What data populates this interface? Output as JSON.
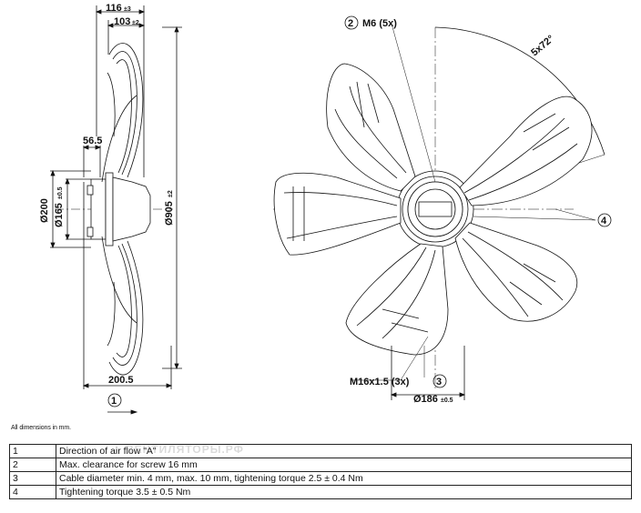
{
  "dimensions": {
    "width_116": "116",
    "width_116_tol": "±3",
    "width_103": "103",
    "width_103_tol": "±2",
    "depth_56_5": "56.5",
    "dia_200": "Ø200",
    "dia_165": "Ø165",
    "dia_165_tol": "±0.5",
    "dia_905": "Ø905",
    "dia_905_tol": "±2",
    "depth_200_5": "200.5",
    "m6": "M6 (5x)",
    "angle": "5x72°",
    "m16": "M16x1.5 (3x)",
    "dia_186": "Ø186",
    "dia_186_tol": "±0.5"
  },
  "callouts": [
    "1",
    "2",
    "3",
    "4"
  ],
  "note": "All dimensions in mm.",
  "legend": [
    {
      "num": "1",
      "text": "Direction of air flow \"A\""
    },
    {
      "num": "2",
      "text": "Max. clearance for screw 16 mm"
    },
    {
      "num": "3",
      "text": "Cable diameter min. 4 mm, max. 10 mm, tightening torque 2.5 ± 0.4 Nm"
    },
    {
      "num": "4",
      "text": "Tightening torque 3.5 ± 0.5 Nm"
    }
  ],
  "watermark": "ВЕНТИЛЯТОРЫ.РФ"
}
